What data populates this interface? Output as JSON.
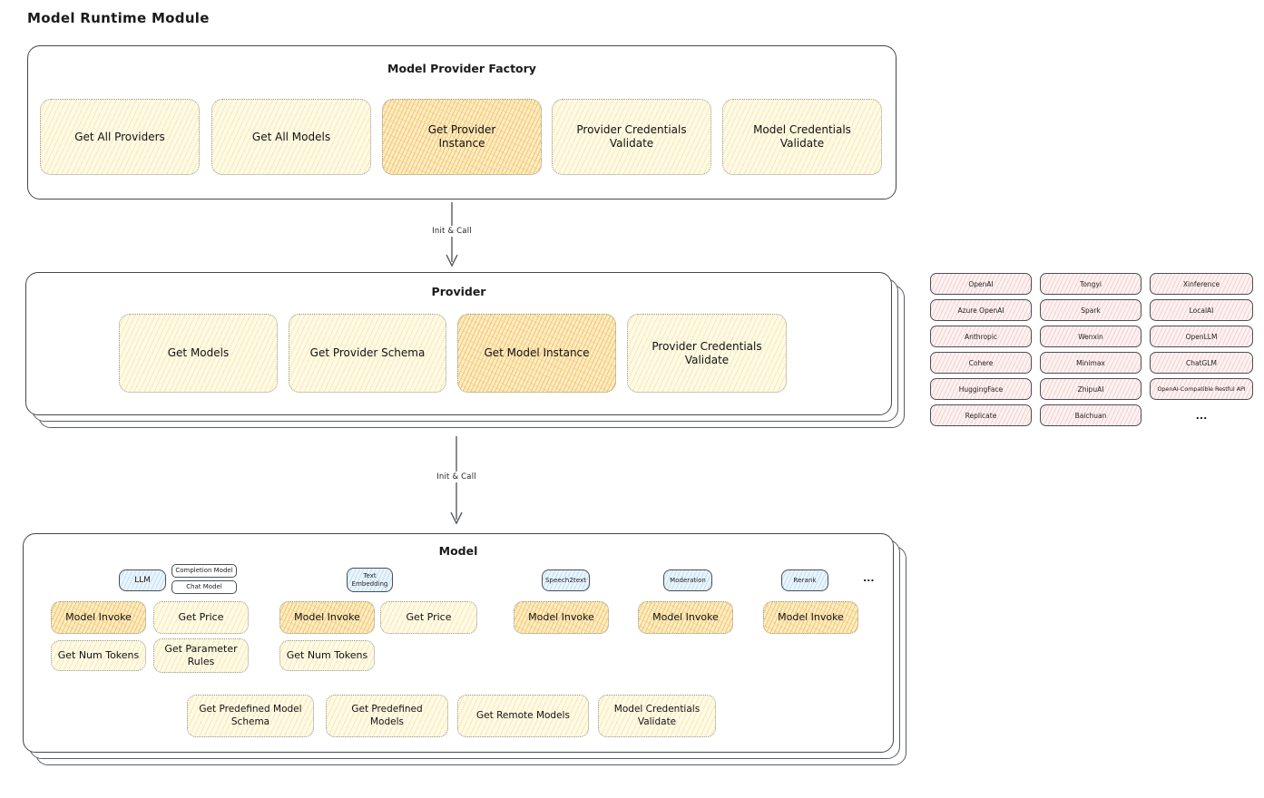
{
  "diagram_title": "Model Runtime Module",
  "colors": {
    "node_yellow": "#FEFAE6",
    "highlight_orange": "#F2C879",
    "provider_pink": "#FDF2F2",
    "tab_blue": "#EBF5FC",
    "stroke_dark": "#43484D"
  },
  "factory": {
    "title": "Model Provider Factory",
    "buttons": [
      {
        "label": "Get All Providers"
      },
      {
        "label": "Get All Models"
      },
      {
        "label": "Get Provider Instance"
      },
      {
        "label": "Provider Credentials Validate"
      },
      {
        "label": "Model Credentials Validate"
      }
    ]
  },
  "arrows": {
    "factory_to_provider": "Init & Call",
    "provider_to_model": "Init & Call"
  },
  "provider": {
    "title": "Provider",
    "buttons": [
      {
        "label": "Get Models"
      },
      {
        "label": "Get Provider Schema"
      },
      {
        "label": "Get Model Instance"
      },
      {
        "label": "Provider Credentials Validate"
      }
    ]
  },
  "providers_list": {
    "chips": [
      {
        "label": "OpenAI"
      },
      {
        "label": "Tongyi"
      },
      {
        "label": "Xinference"
      },
      {
        "label": "Azure OpenAI"
      },
      {
        "label": "Spark"
      },
      {
        "label": "LocalAI"
      },
      {
        "label": "Anthropic"
      },
      {
        "label": "Wenxin"
      },
      {
        "label": "OpenLLM"
      },
      {
        "label": "Cohere"
      },
      {
        "label": "Minimax"
      },
      {
        "label": "ChatGLM"
      },
      {
        "label": "HuggingFace"
      },
      {
        "label": "ZhipuAI"
      },
      {
        "label": "OpenAI-Compatible Restful API"
      },
      {
        "label": "Replicate"
      },
      {
        "label": "Baichuan"
      }
    ],
    "more": "..."
  },
  "model": {
    "title": "Model",
    "tabs": {
      "llm": "LLM",
      "completion_model": "Completion Model",
      "chat_model": "Chat Model",
      "text_embedding": "Text Embedding",
      "speech2text": "Speech2text",
      "moderation": "Moderation",
      "rerank": "Rerank",
      "more": "..."
    },
    "llm": {
      "model_invoke": "Model Invoke",
      "get_price": "Get Price",
      "get_num_tokens": "Get Num Tokens",
      "get_parameter_rules": "Get Parameter Rules"
    },
    "text_embedding": {
      "model_invoke": "Model Invoke",
      "get_price": "Get Price",
      "get_num_tokens": "Get Num Tokens"
    },
    "speech2text": {
      "model_invoke": "Model Invoke"
    },
    "moderation": {
      "model_invoke": "Model Invoke"
    },
    "rerank": {
      "model_invoke": "Model Invoke"
    },
    "common_buttons": [
      {
        "label": "Get Predefined Model Schema"
      },
      {
        "label": "Get Predefined Models"
      },
      {
        "label": "Get Remote Models"
      },
      {
        "label": "Model Credentials Validate"
      }
    ]
  }
}
